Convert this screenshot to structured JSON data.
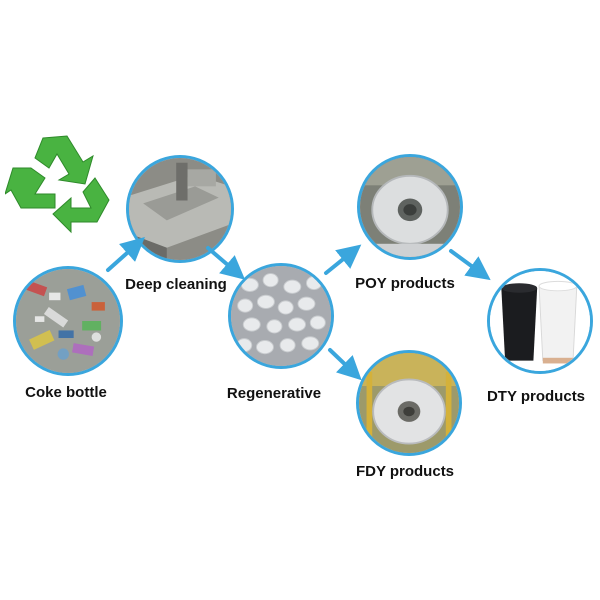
{
  "labels": {
    "coke_bottle": "Coke bottle",
    "deep_cleaning": "Deep cleaning",
    "regenerative": "Regenerative",
    "poy_products": "POY products",
    "fdy_products": "FDY products",
    "dty_products": "DTY products"
  },
  "colors": {
    "accent": "#3aa6dd",
    "recycle": "#49b341"
  },
  "icons": {
    "recycle": "recycle-icon",
    "arrow": "arrow-icon"
  }
}
